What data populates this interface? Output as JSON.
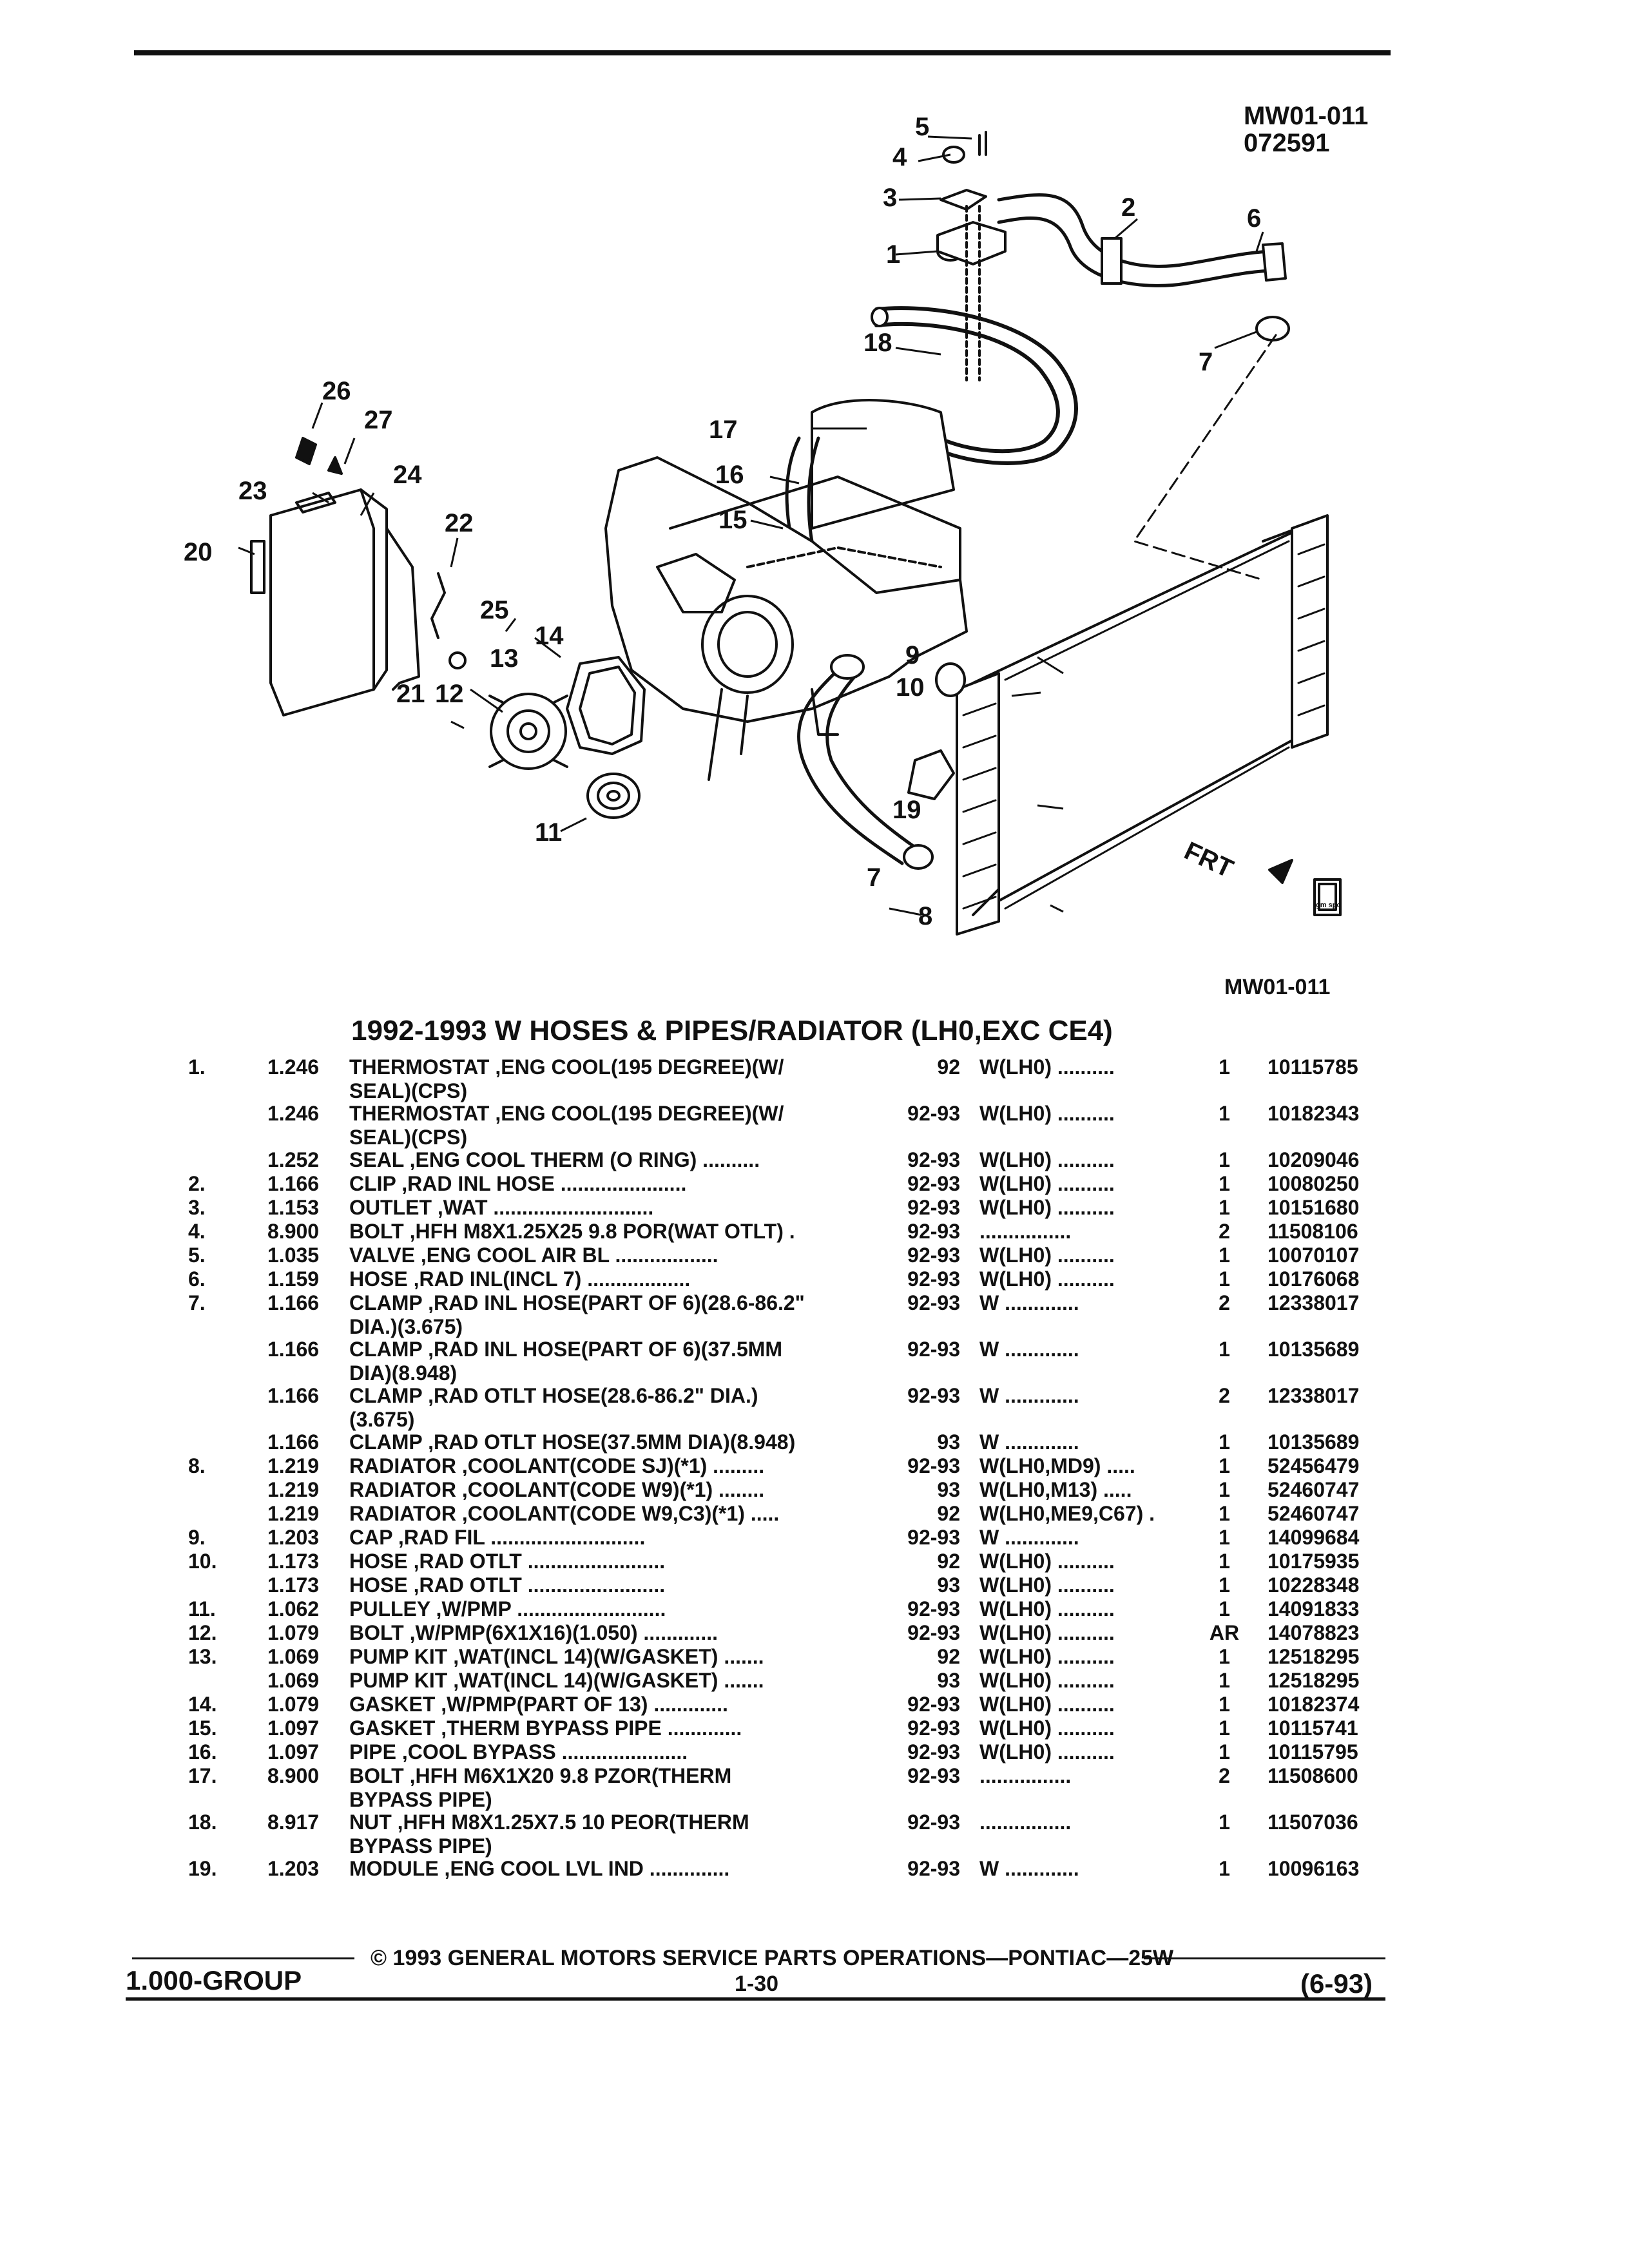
{
  "header": {
    "illus_code": "MW01-011",
    "illus_date": "072591",
    "illus_code_bottom": "MW01-011"
  },
  "diagram": {
    "callouts": [
      "1",
      "2",
      "3",
      "4",
      "5",
      "6",
      "7",
      "7",
      "8",
      "9",
      "10",
      "11",
      "12",
      "13",
      "14",
      "15",
      "16",
      "17",
      "18",
      "19",
      "20",
      "21",
      "22",
      "23",
      "24",
      "25",
      "26",
      "27"
    ],
    "front_label": "FRT",
    "logo_text": "gm spo"
  },
  "section_title": "1992-1993 W HOSES & PIPES/RADIATOR (LH0,EXC CE4)",
  "rows": [
    {
      "ref": "1.",
      "grp": "1.246",
      "desc": "THERMOSTAT ,ENG COOL(195 DEGREE)(W/",
      "cont": "SEAL)(CPS)",
      "yr": "92",
      "mod": "W(LH0) ..........",
      "qty": "1",
      "pn": "10115785"
    },
    {
      "ref": "",
      "grp": "1.246",
      "desc": "THERMOSTAT ,ENG COOL(195 DEGREE)(W/",
      "cont": "SEAL)(CPS)",
      "yr": "92-93",
      "mod": "W(LH0) ..........",
      "qty": "1",
      "pn": "10182343"
    },
    {
      "ref": "",
      "grp": "1.252",
      "desc": "SEAL ,ENG COOL THERM (O RING) ..........",
      "cont": "",
      "yr": "92-93",
      "mod": "W(LH0) ..........",
      "qty": "1",
      "pn": "10209046"
    },
    {
      "ref": "2.",
      "grp": "1.166",
      "desc": "CLIP ,RAD INL HOSE ......................",
      "cont": "",
      "yr": "92-93",
      "mod": "W(LH0) ..........",
      "qty": "1",
      "pn": "10080250"
    },
    {
      "ref": "3.",
      "grp": "1.153",
      "desc": "OUTLET ,WAT ............................",
      "cont": "",
      "yr": "92-93",
      "mod": "W(LH0) ..........",
      "qty": "1",
      "pn": "10151680"
    },
    {
      "ref": "4.",
      "grp": "8.900",
      "desc": "BOLT ,HFH M8X1.25X25 9.8 POR(WAT OTLT) .",
      "cont": "",
      "yr": "92-93",
      "mod": "................",
      "qty": "2",
      "pn": "11508106"
    },
    {
      "ref": "5.",
      "grp": "1.035",
      "desc": "VALVE ,ENG COOL AIR BL ..................",
      "cont": "",
      "yr": "92-93",
      "mod": "W(LH0) ..........",
      "qty": "1",
      "pn": "10070107"
    },
    {
      "ref": "6.",
      "grp": "1.159",
      "desc": "HOSE ,RAD INL(INCL 7) ..................",
      "cont": "",
      "yr": "92-93",
      "mod": "W(LH0) ..........",
      "qty": "1",
      "pn": "10176068"
    },
    {
      "ref": "7.",
      "grp": "1.166",
      "desc": "CLAMP ,RAD INL HOSE(PART OF 6)(28.6-86.2\"",
      "cont": "DIA.)(3.675)",
      "yr": "92-93",
      "mod": "W .............",
      "qty": "2",
      "pn": "12338017"
    },
    {
      "ref": "",
      "grp": "1.166",
      "desc": "CLAMP ,RAD INL HOSE(PART OF 6)(37.5MM",
      "cont": "DIA)(8.948)",
      "yr": "92-93",
      "mod": "W .............",
      "qty": "1",
      "pn": "10135689"
    },
    {
      "ref": "",
      "grp": "1.166",
      "desc": "CLAMP ,RAD OTLT HOSE(28.6-86.2\" DIA.)",
      "cont": "(3.675)",
      "yr": "92-93",
      "mod": "W .............",
      "qty": "2",
      "pn": "12338017"
    },
    {
      "ref": "",
      "grp": "1.166",
      "desc": "CLAMP ,RAD OTLT HOSE(37.5MM DIA)(8.948)",
      "cont": "",
      "yr": "93",
      "mod": "W .............",
      "qty": "1",
      "pn": "10135689"
    },
    {
      "ref": "8.",
      "grp": "1.219",
      "desc": "RADIATOR ,COOLANT(CODE SJ)(*1) .........",
      "cont": "",
      "yr": "92-93",
      "mod": "W(LH0,MD9) .....",
      "qty": "1",
      "pn": "52456479"
    },
    {
      "ref": "",
      "grp": "1.219",
      "desc": "RADIATOR ,COOLANT(CODE W9)(*1) ........",
      "cont": "",
      "yr": "93",
      "mod": "W(LH0,M13) .....",
      "qty": "1",
      "pn": "52460747"
    },
    {
      "ref": "",
      "grp": "1.219",
      "desc": "RADIATOR ,COOLANT(CODE W9,C3)(*1) .....",
      "cont": "",
      "yr": "92",
      "mod": "W(LH0,ME9,C67) .",
      "qty": "1",
      "pn": "52460747"
    },
    {
      "ref": "9.",
      "grp": "1.203",
      "desc": "CAP ,RAD FIL ...........................",
      "cont": "",
      "yr": "92-93",
      "mod": "W .............",
      "qty": "1",
      "pn": "14099684"
    },
    {
      "ref": "10.",
      "grp": "1.173",
      "desc": "HOSE ,RAD OTLT ........................",
      "cont": "",
      "yr": "92",
      "mod": "W(LH0) ..........",
      "qty": "1",
      "pn": "10175935"
    },
    {
      "ref": "",
      "grp": "1.173",
      "desc": "HOSE ,RAD OTLT ........................",
      "cont": "",
      "yr": "93",
      "mod": "W(LH0) ..........",
      "qty": "1",
      "pn": "10228348"
    },
    {
      "ref": "11.",
      "grp": "1.062",
      "desc": "PULLEY ,W/PMP ..........................",
      "cont": "",
      "yr": "92-93",
      "mod": "W(LH0) ..........",
      "qty": "1",
      "pn": "14091833"
    },
    {
      "ref": "12.",
      "grp": "1.079",
      "desc": "BOLT ,W/PMP(6X1X16)(1.050) .............",
      "cont": "",
      "yr": "92-93",
      "mod": "W(LH0) ..........",
      "qty": "AR",
      "pn": "14078823"
    },
    {
      "ref": "13.",
      "grp": "1.069",
      "desc": "PUMP KIT ,WAT(INCL 14)(W/GASKET) .......",
      "cont": "",
      "yr": "92",
      "mod": "W(LH0) ..........",
      "qty": "1",
      "pn": "12518295"
    },
    {
      "ref": "",
      "grp": "1.069",
      "desc": "PUMP KIT ,WAT(INCL 14)(W/GASKET) .......",
      "cont": "",
      "yr": "93",
      "mod": "W(LH0) ..........",
      "qty": "1",
      "pn": "12518295"
    },
    {
      "ref": "14.",
      "grp": "1.079",
      "desc": "GASKET ,W/PMP(PART OF 13) .............",
      "cont": "",
      "yr": "92-93",
      "mod": "W(LH0) ..........",
      "qty": "1",
      "pn": "10182374"
    },
    {
      "ref": "15.",
      "grp": "1.097",
      "desc": "GASKET ,THERM BYPASS PIPE .............",
      "cont": "",
      "yr": "92-93",
      "mod": "W(LH0) ..........",
      "qty": "1",
      "pn": "10115741"
    },
    {
      "ref": "16.",
      "grp": "1.097",
      "desc": "PIPE ,COOL BYPASS ......................",
      "cont": "",
      "yr": "92-93",
      "mod": "W(LH0) ..........",
      "qty": "1",
      "pn": "10115795"
    },
    {
      "ref": "17.",
      "grp": "8.900",
      "desc": "BOLT ,HFH M6X1X20 9.8 PZOR(THERM",
      "cont": "BYPASS PIPE)",
      "yr": "92-93",
      "mod": "................",
      "qty": "2",
      "pn": "11508600"
    },
    {
      "ref": "18.",
      "grp": "8.917",
      "desc": "NUT ,HFH M8X1.25X7.5 10 PEOR(THERM",
      "cont": "BYPASS PIPE)",
      "yr": "92-93",
      "mod": "................",
      "qty": "1",
      "pn": "11507036"
    },
    {
      "ref": "19.",
      "grp": "1.203",
      "desc": "MODULE ,ENG COOL LVL IND ..............",
      "cont": "",
      "yr": "92-93",
      "mod": "W .............",
      "qty": "1",
      "pn": "10096163"
    }
  ],
  "footer": {
    "copyright": "© 1993 GENERAL MOTORS SERVICE PARTS OPERATIONS—PONTIAC—25W",
    "group": "1.000-GROUP",
    "page": "1-30",
    "date": "(6-93)"
  }
}
